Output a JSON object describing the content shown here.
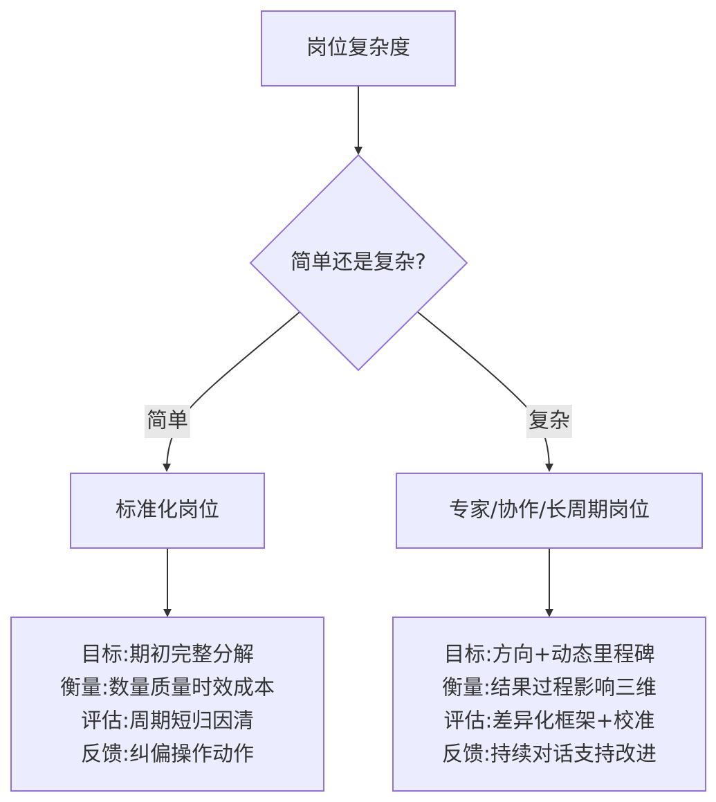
{
  "nodes": {
    "complexity": {
      "label": "岗位复杂度"
    },
    "decision": {
      "label": "简单还是复杂?"
    },
    "standard": {
      "label": "标准化岗位"
    },
    "expert": {
      "label": "专家/协作/长周期岗位"
    },
    "standard_details": {
      "lines": [
        "目标:期初完整分解",
        "衡量:数量质量时效成本",
        "评估:周期短归因清",
        "反馈:纠偏操作动作"
      ]
    },
    "expert_details": {
      "lines": [
        "目标:方向+动态里程碑",
        "衡量:结果过程影响三维",
        "评估:差异化框架+校准",
        "反馈:持续对话支持改进"
      ]
    }
  },
  "edges": {
    "simple_label": "简单",
    "complex_label": "复杂"
  },
  "colors": {
    "node_fill": "#ECECFF",
    "node_stroke": "#9370DB",
    "edge": "#333333",
    "text": "#333333",
    "edge_label_bg": "#E8E8E8"
  }
}
